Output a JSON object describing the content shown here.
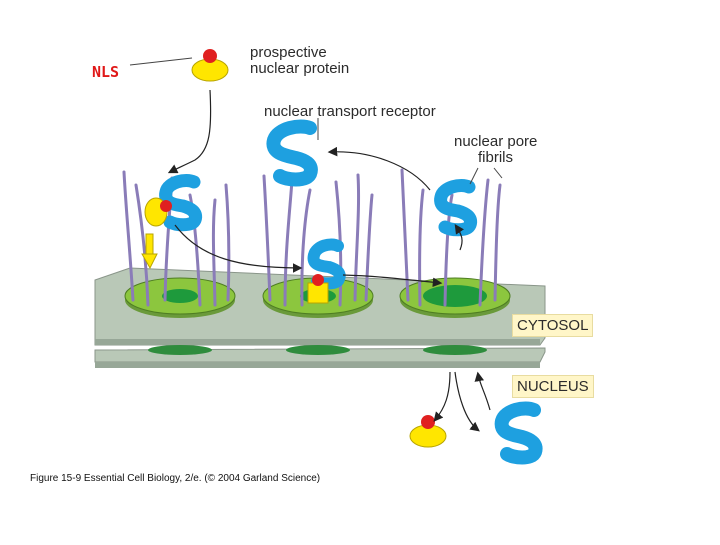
{
  "labels": {
    "nls": "NLS",
    "prospective_line1": "prospective",
    "prospective_line2": "nuclear protein",
    "receptor": "nuclear transport receptor",
    "fibrils_line1": "nuclear pore",
    "fibrils_line2": "fibrils",
    "cytosol": "CYTOSOL",
    "nucleus": "NUCLEUS"
  },
  "caption": "Figure 15-9  Essential Cell Biology, 2/e. (© 2004 Garland Science)",
  "colors": {
    "background": "#ffffff",
    "receptor": "#1ea0e0",
    "cargo": "#ffe600",
    "nls_signal": "#e02020",
    "pore_ring": "#8cc63e",
    "pore_hole": "#1e9a3c",
    "membrane": "#b8c6b6",
    "fibril": "#8a7cb8",
    "label_box": "#fff6c8",
    "nls_text": "#e01818"
  }
}
